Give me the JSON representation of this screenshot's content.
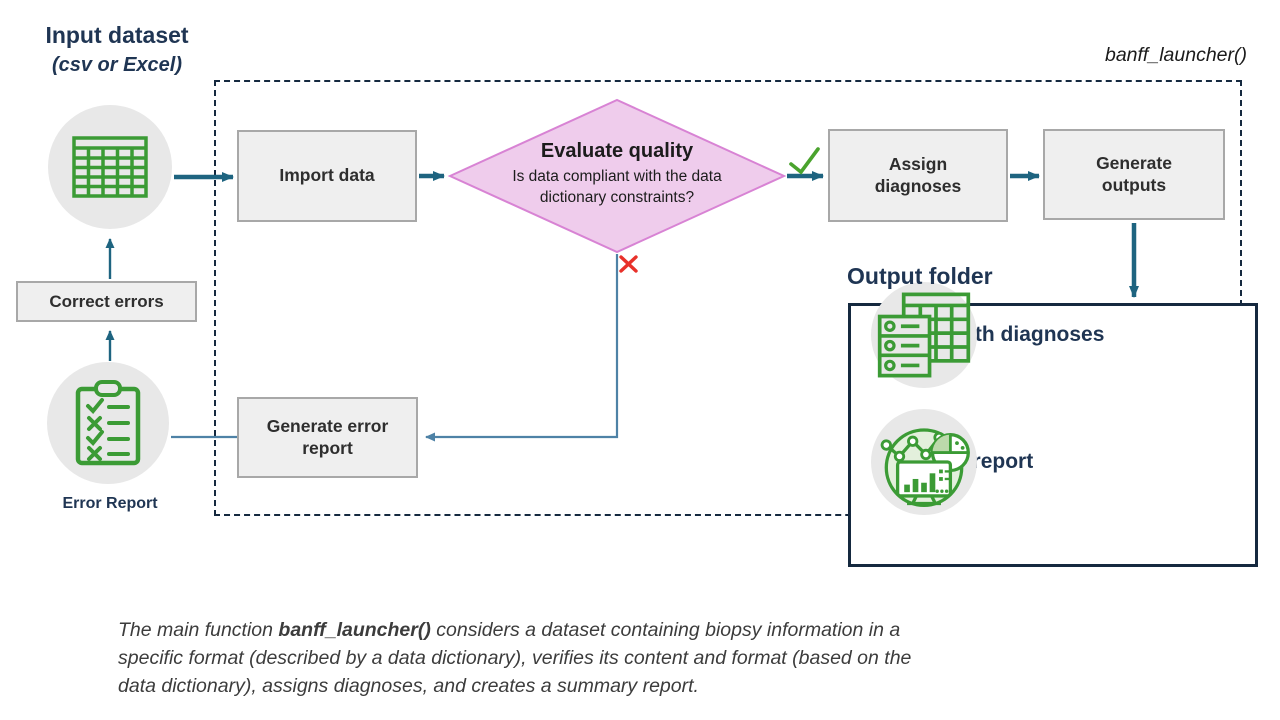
{
  "header": {
    "function_label": "banff_launcher()"
  },
  "input": {
    "title": "Input dataset",
    "subtitle": "(csv or Excel)"
  },
  "flow": {
    "import_data": "Import data",
    "evaluate_title": "Evaluate quality",
    "evaluate_question": "Is data compliant with the data dictionary constraints?",
    "assign_diagnoses": "Assign diagnoses",
    "generate_outputs": "Generate outputs",
    "correct_errors": "Correct errors",
    "generate_error_report": "Generate error report",
    "error_report": "Error Report"
  },
  "output_folder": {
    "title": "Output folder",
    "items": [
      {
        "icon": "database-table-icon",
        "label": "Dataset with diagnoses"
      },
      {
        "icon": "analytics-dashboard-icon",
        "label": "Summary report"
      }
    ]
  },
  "icons": {
    "input_dataset": "spreadsheet-table-icon",
    "error_report": "clipboard-checklist-icon",
    "branch_yes": "check-icon",
    "branch_no": "cross-icon"
  },
  "colors": {
    "navy_text": "#1f3553",
    "frame_navy": "#15293f",
    "arrow_teal": "#1e6480",
    "arrow_steel": "#4e82a6",
    "icon_green": "#3b9b35",
    "check_green": "#4aa32d",
    "cross_red": "#e8312a",
    "diamond_fill": "#efccec",
    "diamond_stroke": "#d883d4",
    "box_fill": "#efefef",
    "box_border": "#a8a8a8",
    "circle_fill": "#e8e8e8"
  },
  "caption": {
    "pre": "The main function ",
    "bold": "banff_launcher()",
    "post": " considers a dataset containing biopsy information in a\nspecific format (described by a data dictionary), verifies its content and format (based on the\ndata dictionary), assigns diagnoses, and creates a summary report."
  }
}
